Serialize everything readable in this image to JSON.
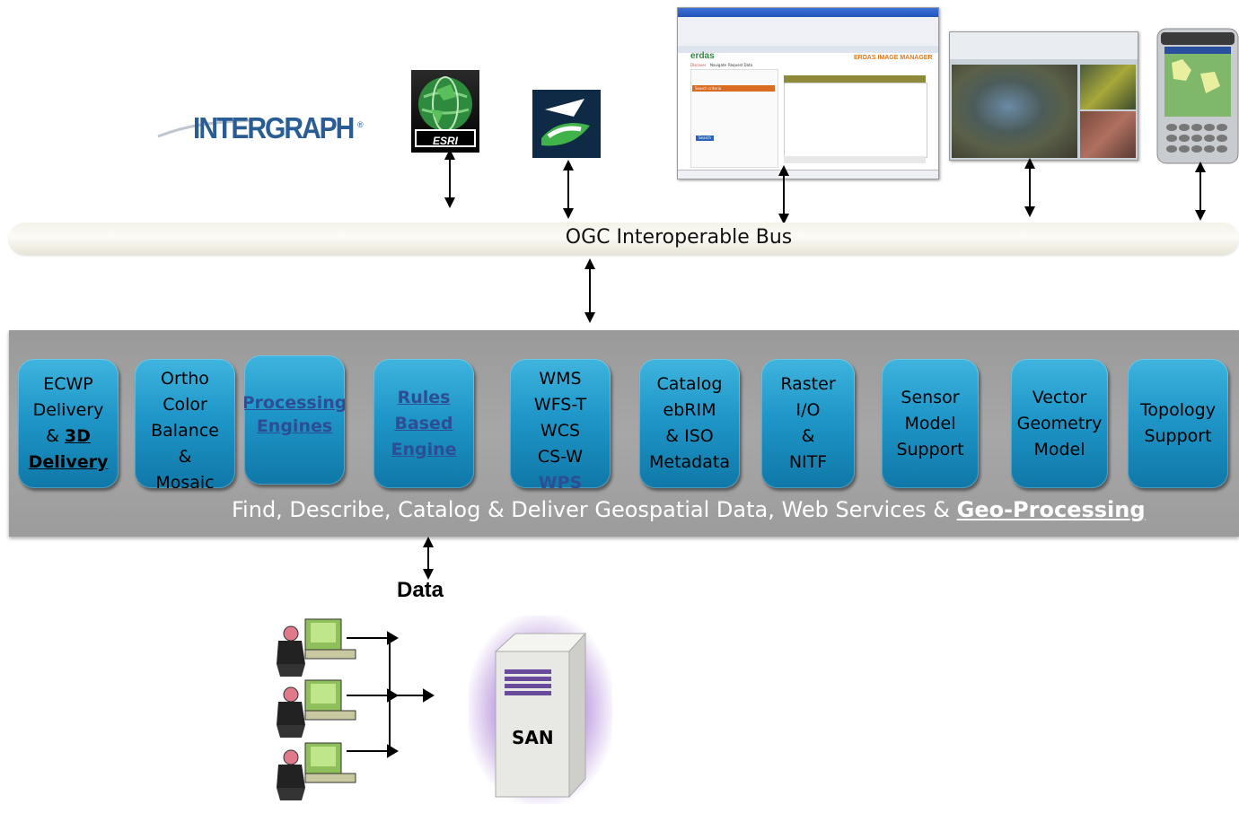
{
  "logos": {
    "intergraph": "INTERGRAPH",
    "esri": "ESRI"
  },
  "bus": {
    "label": "OGC Interoperable Bus"
  },
  "modules": [
    {
      "lines": [
        "ECWP",
        "Delivery"
      ],
      "extra_prefix": "& ",
      "extra_bold": "3D ",
      "extra_bold2": "Delivery"
    },
    {
      "lines": [
        "Ortho",
        "Color",
        "Balance",
        "&",
        "Mosaic"
      ]
    },
    {
      "links": [
        "Processing",
        "Engines"
      ]
    },
    {
      "links": [
        "Rules",
        "Based",
        "Engine"
      ]
    },
    {
      "lines": [
        "WMS",
        "WFS-T",
        "WCS",
        "CS-W"
      ],
      "link": "WPS"
    },
    {
      "lines": [
        "Catalog",
        "ebRIM",
        "& ISO",
        "Metadata"
      ]
    },
    {
      "lines": [
        "Raster",
        "I/O",
        "&",
        "NITF"
      ]
    },
    {
      "lines": [
        "Sensor",
        "Model",
        "Support"
      ]
    },
    {
      "lines": [
        "Vector",
        "Geometry",
        "Model"
      ]
    },
    {
      "lines": [
        "Topology",
        "Support"
      ]
    }
  ],
  "caption": {
    "text": "Find, Describe, Catalog & Deliver Geospatial Data, Web Services & ",
    "bold": "Geo-Processing"
  },
  "data_label": "Data",
  "san_label": "SAN",
  "screenshot": {
    "brand": "erdas",
    "product": "ERDAS IMAGE MANAGER",
    "tab1": "Discover",
    "tab2": "Navigate",
    "tab3": "Request Data",
    "search_header": "Search criteria",
    "search_button": "Search"
  },
  "colors": {
    "module_blue": "#1f96c8",
    "link_blue": "#2d4e94",
    "panel_gray": "#a0a0a0",
    "san_glow": "#8c50c8"
  }
}
